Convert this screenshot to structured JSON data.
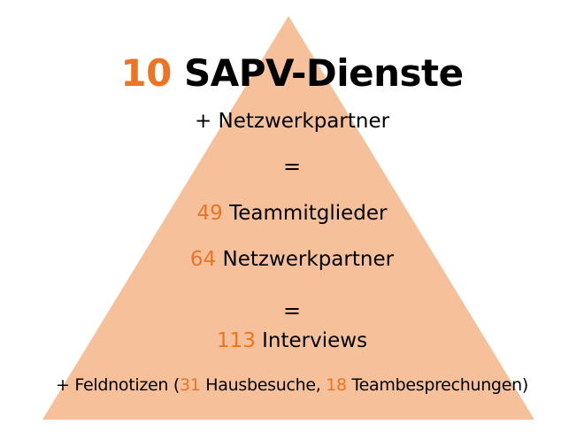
{
  "colors": {
    "pyramid_fill": "#f6c19a",
    "accent": "#ed7422",
    "text": "#000000"
  },
  "title": {
    "count": "10",
    "label": " SAPV-Dienste"
  },
  "lines": {
    "partners_plus": "+ Netzwerkpartner",
    "equals_1": "=",
    "team": {
      "count": "49",
      "label": " Teammitglieder"
    },
    "network": {
      "count": "64",
      "label": " Netzwerkpartner"
    },
    "equals_2": "=",
    "interviews": {
      "count": "113",
      "label": " Interviews"
    },
    "fieldnotes": {
      "prefix": "+ Feldnotizen (",
      "visits_count": "31",
      "visits_label": " Hausbesuche, ",
      "meetings_count": "18",
      "meetings_label": " Teambesprechungen)"
    }
  }
}
